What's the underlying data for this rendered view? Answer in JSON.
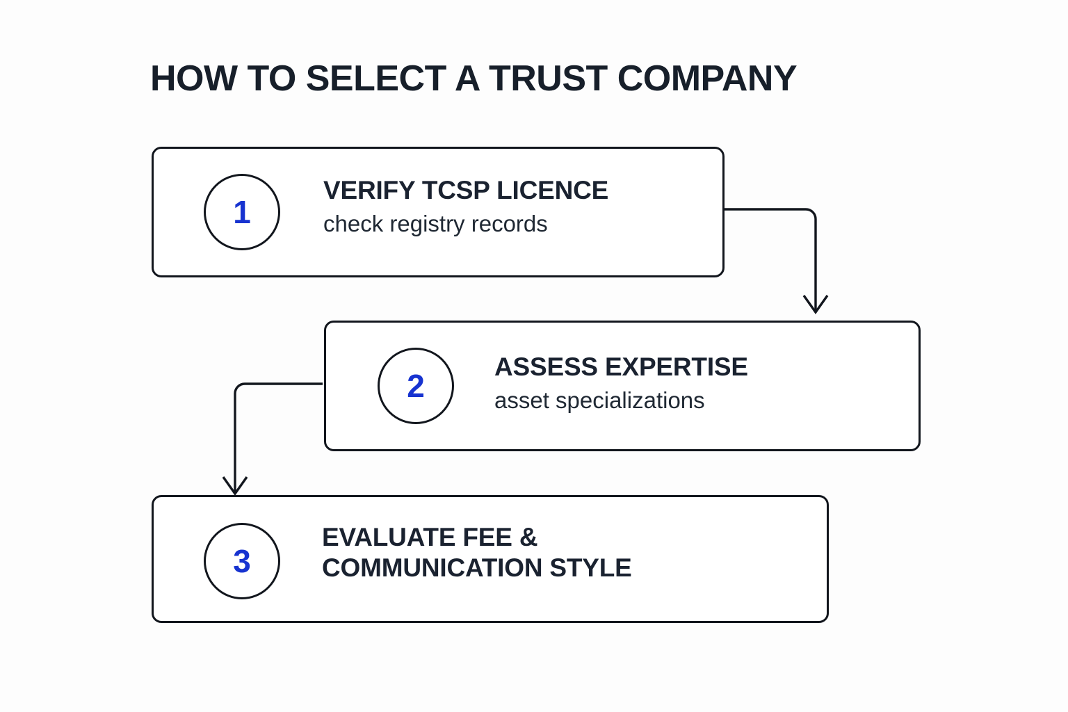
{
  "page": {
    "title": "HOW TO SELECT A TRUST COMPANY",
    "background_color": "#fdfdfd",
    "accent_color": "#1733d0",
    "ink_color": "#12161d",
    "text_color": "#1a2230"
  },
  "steps": [
    {
      "number": "1",
      "heading": "VERIFY TCSP LICENCE",
      "subtitle": "check registry records"
    },
    {
      "number": "2",
      "heading": "ASSESS EXPERTISE",
      "subtitle": "asset specializations"
    },
    {
      "number": "3",
      "heading": "EVALUATE FEE &\nCOMMUNICATION STYLE",
      "subtitle": ""
    }
  ],
  "connectors": [
    {
      "from": "step-1",
      "to": "step-2",
      "direction": "right-then-down"
    },
    {
      "from": "step-2",
      "to": "step-3",
      "direction": "left-then-down"
    }
  ]
}
